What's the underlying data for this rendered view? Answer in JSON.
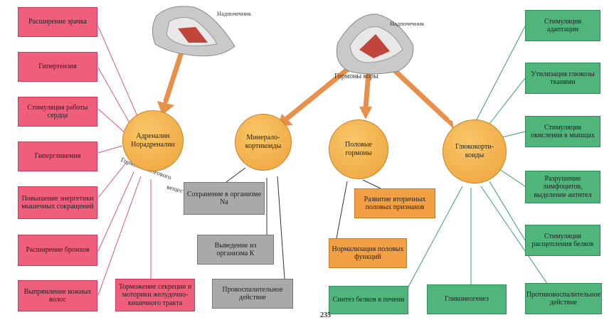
{
  "glands": {
    "left_label": "Надпочечник",
    "right_label": "Надпочечник",
    "cortex_hormones": "Гормоны коры",
    "medulla_hormones_1": "Гормоны мозгового",
    "medulla_hormones_2": "вещества"
  },
  "circles": {
    "adrenaline": [
      "Адреналин",
      "Норадреналин"
    ],
    "mineralo": [
      "Минерало-",
      "кортикоиды"
    ],
    "sex": [
      "Половые",
      "гормоны"
    ],
    "gluco": [
      "Глюкокорти-",
      "коиды"
    ]
  },
  "pink_boxes": [
    "Расширение зрачка",
    "Гипертензия",
    "Стимуляция работы сердца",
    "Гипергликемия",
    "Повышение энергетики мышечных сокращений",
    "Расширение бронхов",
    "Выпрямление кожных волос",
    "Торможение секреции и моторики желудочно-кишечного тракта"
  ],
  "grey_boxes": [
    "Сохранение в организме Na",
    "Выведение из организма К",
    "Провоспалительное действие"
  ],
  "orange_boxes": [
    "Развитие вторичных половых признаков",
    "Нормализация половых функций"
  ],
  "green_boxes": [
    "Стимуляция адаптации",
    "Утилизация глюкозы тканями",
    "Стимуляция окисления в мышцах",
    "Разрушение лимфоцитов, выделение антител",
    "Стимуляция расщепления белков",
    "Противовоспалительное действие",
    "Гликонеогенез",
    "Синтез белков в печени"
  ],
  "page_number": "235"
}
